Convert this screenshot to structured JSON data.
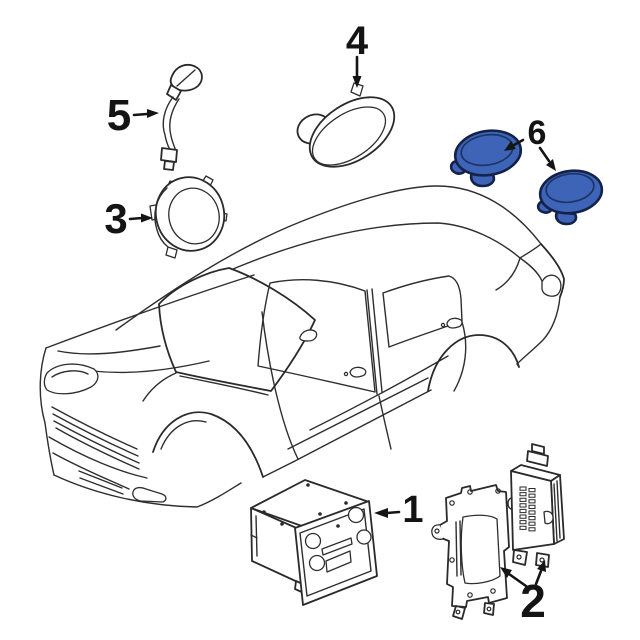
{
  "diagram": {
    "background": "#ffffff",
    "line_color": "#2e2e2e",
    "highlight_fill": "#3d64b6",
    "highlight_stroke": "#14224a",
    "callouts": [
      {
        "number": "1",
        "part": "radio-head-unit"
      },
      {
        "number": "2",
        "part": "amplifier-and-mounting-bracket"
      },
      {
        "number": "3",
        "part": "front-door-speaker"
      },
      {
        "number": "4",
        "part": "rear-deck-oval-speaker"
      },
      {
        "number": "5",
        "part": "antenna-cable"
      },
      {
        "number": "6",
        "part": "instrument-panel-tweeter-speakers"
      }
    ]
  }
}
